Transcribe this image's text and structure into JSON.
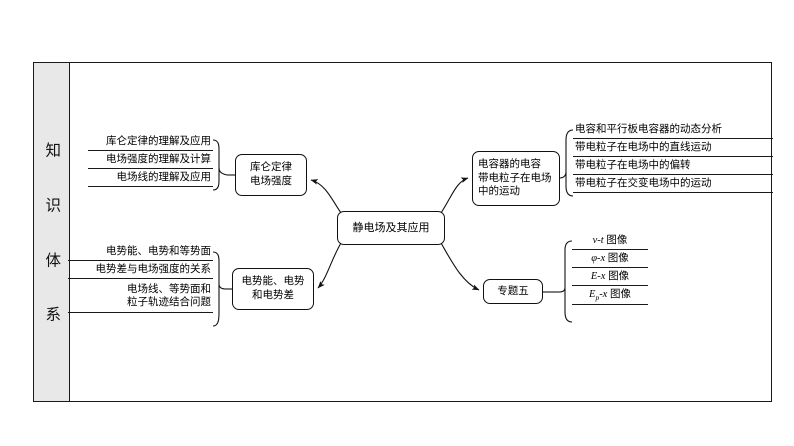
{
  "sidebar": {
    "label": "知识体系",
    "chars": [
      "知",
      "识",
      "体",
      "系"
    ]
  },
  "center_node": {
    "label": "静电场及其应用"
  },
  "nodes": {
    "coulomb": {
      "line1": "库仑定律",
      "line2": "电场强度"
    },
    "potential": {
      "line1": "电势能、电势",
      "line2": "和电势差"
    },
    "capacitor": {
      "line1": "电容器的电容",
      "line2": "带电粒子在电场",
      "line3": "中的运动"
    },
    "topic5": {
      "label": "专题五"
    }
  },
  "lists": {
    "coulomb_topics": [
      "库仑定律的理解及应用",
      "电场强度的理解及计算",
      "电场线的理解及应用"
    ],
    "potential_topics": [
      "电势能、电势和等势面",
      "电势差与电场强度的关系",
      "电场线、等势面和粒子轨迹结合问题"
    ],
    "potential_topics_wrapped": {
      "line_a": "电场线、等势面和",
      "line_b": "粒子轨迹结合问题"
    },
    "capacitor_topics": [
      "电容和平行板电容器的动态分析",
      "带电粒子在电场中的直线运动",
      "带电粒子在电场中的偏转",
      "带电粒子在交变电场中的运动"
    ],
    "graph_topics": [
      {
        "sym": "v-t",
        "suffix": " 图像"
      },
      {
        "sym": "φ-x",
        "suffix": " 图像"
      },
      {
        "sym": "E-x",
        "suffix": " 图像"
      },
      {
        "sym": "Ep-x",
        "suffix": " 图像",
        "base": "E",
        "subscript": "p",
        "tail": "-x"
      }
    ]
  },
  "colors": {
    "frame_border": "#1a1a1a",
    "sidebar_bg": "#e8e8e8",
    "text": "#000000",
    "page_bg": "#ffffff"
  }
}
